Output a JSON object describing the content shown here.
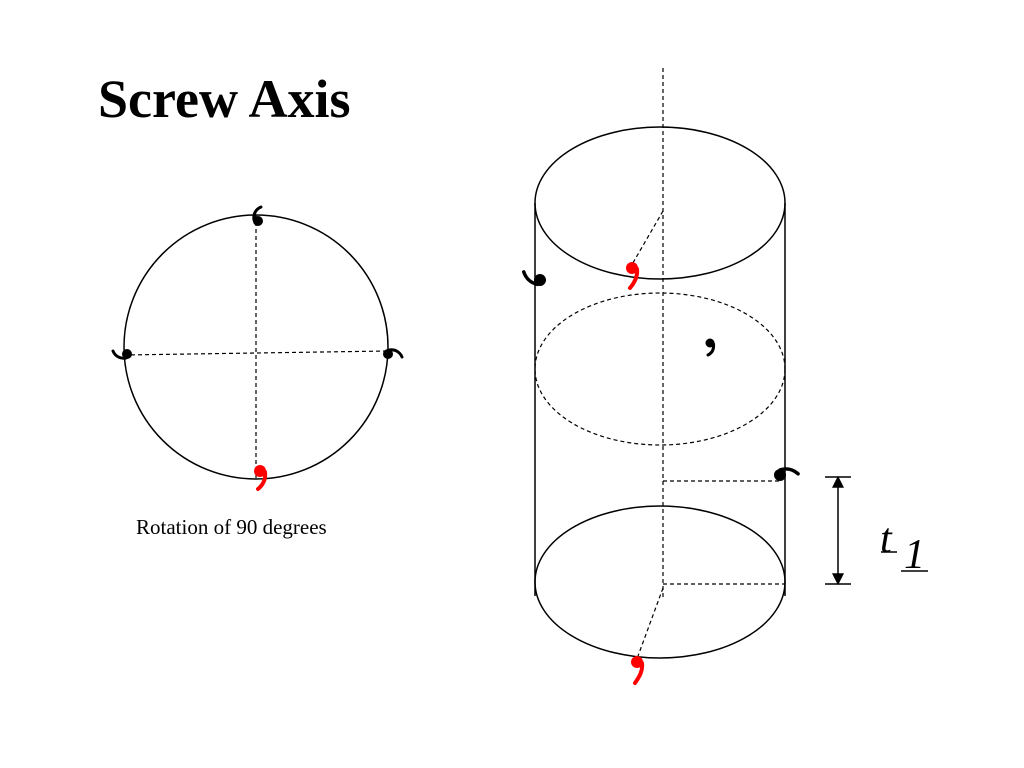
{
  "title": "Screw Axis",
  "caption": "Rotation of 90 degrees",
  "translation_label": {
    "symbol": "t",
    "subscript": "1"
  },
  "colors": {
    "ink": "#000000",
    "highlight": "#ff0000",
    "background": "#ffffff"
  },
  "motif_icon": "comma-icon"
}
